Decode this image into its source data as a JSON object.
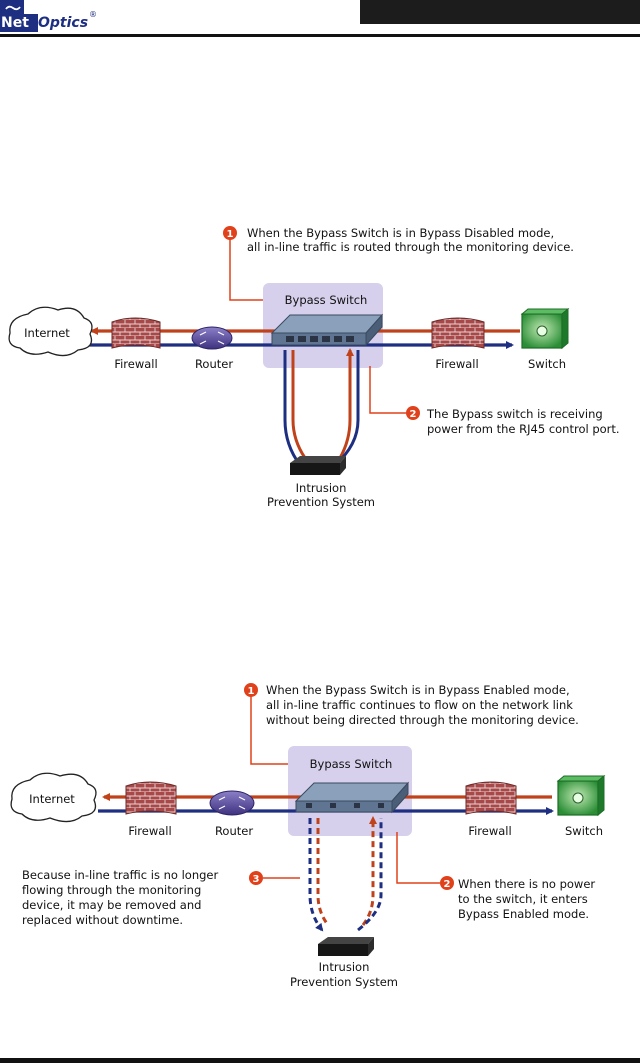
{
  "header": {
    "logo_net": "Net",
    "logo_optics": "Optics",
    "logo_reg": "®"
  },
  "labels": {
    "internet": "Internet",
    "firewall": "Firewall",
    "router": "Router",
    "switch": "Switch",
    "bypass_switch": "Bypass Switch",
    "ips_line1": "Intrusion",
    "ips_line2": "Prevention System"
  },
  "top": {
    "callout1": [
      "When the Bypass Switch is in Bypass Disabled mode,",
      "all in-line traffic is routed through the monitoring device."
    ],
    "callout2": [
      "The Bypass switch is receiving",
      "power from the RJ45 control port."
    ],
    "num1": "1",
    "num2": "2"
  },
  "bottom": {
    "callout1": [
      "When the Bypass Switch is in Bypass Enabled mode,",
      "all in-line traffic continues to flow on the network link",
      "without being directed through the monitoring device."
    ],
    "callout2": [
      "When there is no power",
      "to the switch, it enters",
      "Bypass Enabled mode."
    ],
    "callout3": [
      "Because in-line traffic is no longer",
      "flowing through the monitoring",
      "device, it may be removed and",
      "replaced without downtime."
    ],
    "num1": "1",
    "num2": "2",
    "num3": "3"
  },
  "colors": {
    "traffic_red": "#c0421b",
    "traffic_blue": "#1e2f82",
    "callout_red": "#e0401a",
    "highlight_lavender": "#d6d0ec",
    "switch_green": "#2e9a3c",
    "router_purple": "#5a4aa0",
    "firewall_brick": "#9a3f3f"
  }
}
